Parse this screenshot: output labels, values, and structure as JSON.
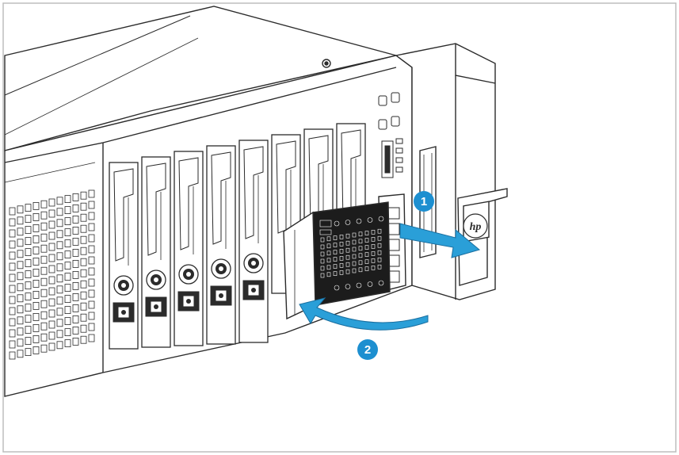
{
  "figure": {
    "steps": [
      {
        "label": "1",
        "action": "pull-out"
      },
      {
        "label": "2",
        "action": "swing-open"
      }
    ],
    "colors": {
      "line": "#2b2b2b",
      "chassis_fill": "#ffffff",
      "panel_dark": "#1c1c1c",
      "arrow": "#2a9fd8",
      "callout": "#1d8fd0",
      "frame_border": "#bdbdbd"
    },
    "icons": [
      "hp-logo-icon",
      "drive-bay-icon",
      "diagnostic-panel-icon"
    ]
  }
}
